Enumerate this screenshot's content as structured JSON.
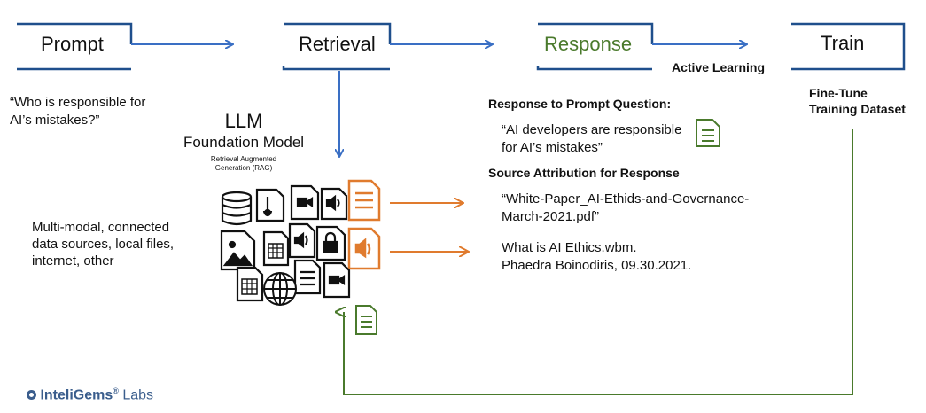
{
  "stages": {
    "prompt": "Prompt",
    "retrieval": "Retrieval",
    "response": "Response",
    "train": "Train"
  },
  "active_learning": "Active Learning",
  "fine_tune": [
    "Fine-Tune",
    "Training Dataset"
  ],
  "prompt_question": [
    "“Who is responsible for",
    "AI’s mistakes?”"
  ],
  "llm": {
    "title": "LLM",
    "subtitle": "Foundation Model",
    "rag": [
      "Retrieval Augmented",
      "Generation (RAG)"
    ]
  },
  "sources_text": [
    "Multi-modal, connected",
    "data sources, local files,",
    "internet, other"
  ],
  "response_heading": "Response to Prompt Question:",
  "response_answer": [
    "“AI developers are responsible",
    "for AI’s mistakes”"
  ],
  "source_heading": "Source Attribution for Response",
  "source_1": [
    "“White-Paper_AI-Ethids-and-Governance-",
    "March-2021.pdf”"
  ],
  "source_2": [
    "What is AI Ethics.wbm.",
    "Phaedra Boinodiris, 09.30.2021."
  ],
  "logo": {
    "brand": "InteliGems",
    "reg": "®",
    "suffix": " Labs"
  },
  "colors": {
    "blue": "#3a6fc4",
    "orange": "#e07b2e",
    "green": "#4a7a2c",
    "response_text": "#4a7a2c"
  },
  "icons": [
    "database-icon",
    "thermometer-file-icon",
    "video-file-icon",
    "audio-file-icon",
    "text-file-orange-icon",
    "image-file-icon",
    "spreadsheet-file-icon",
    "audio-file-icon",
    "lock-file-icon",
    "audio-file-orange-icon",
    "text-file-icon",
    "audio-file-icon",
    "spreadsheet-file-icon",
    "globe-icon",
    "video-file-icon",
    "document-green-icon"
  ]
}
